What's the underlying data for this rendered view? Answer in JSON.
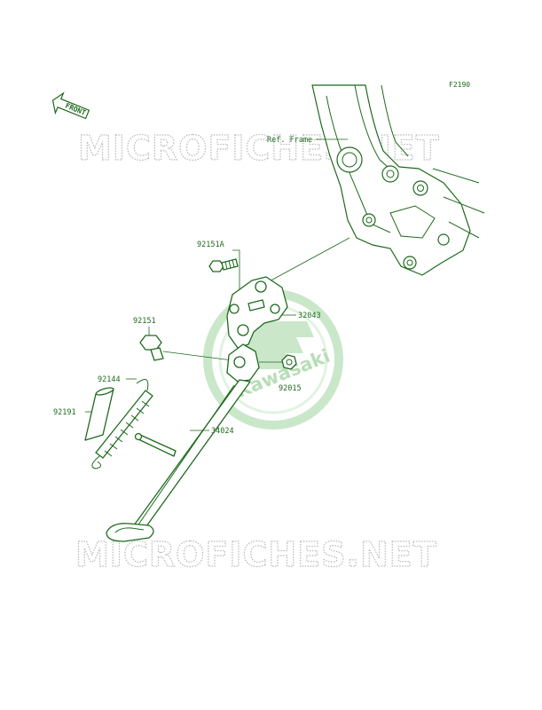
{
  "figure_code": "F2190",
  "front_label": "FRONT",
  "watermark_text": "MICROFICHES.NET",
  "logo_text": "Kawasaki",
  "colors": {
    "line": "#1e6a1e",
    "watermark_outline": "#b8b8b8",
    "logo": "#9fd59f",
    "background": "#ffffff"
  },
  "labels": {
    "ref_frame": "Ref. Frame",
    "p92151A": "92151A",
    "p32043": "32043",
    "p92151": "92151",
    "p92015": "92015",
    "p92144": "92144",
    "p92191": "92191",
    "p34024": "34024"
  }
}
